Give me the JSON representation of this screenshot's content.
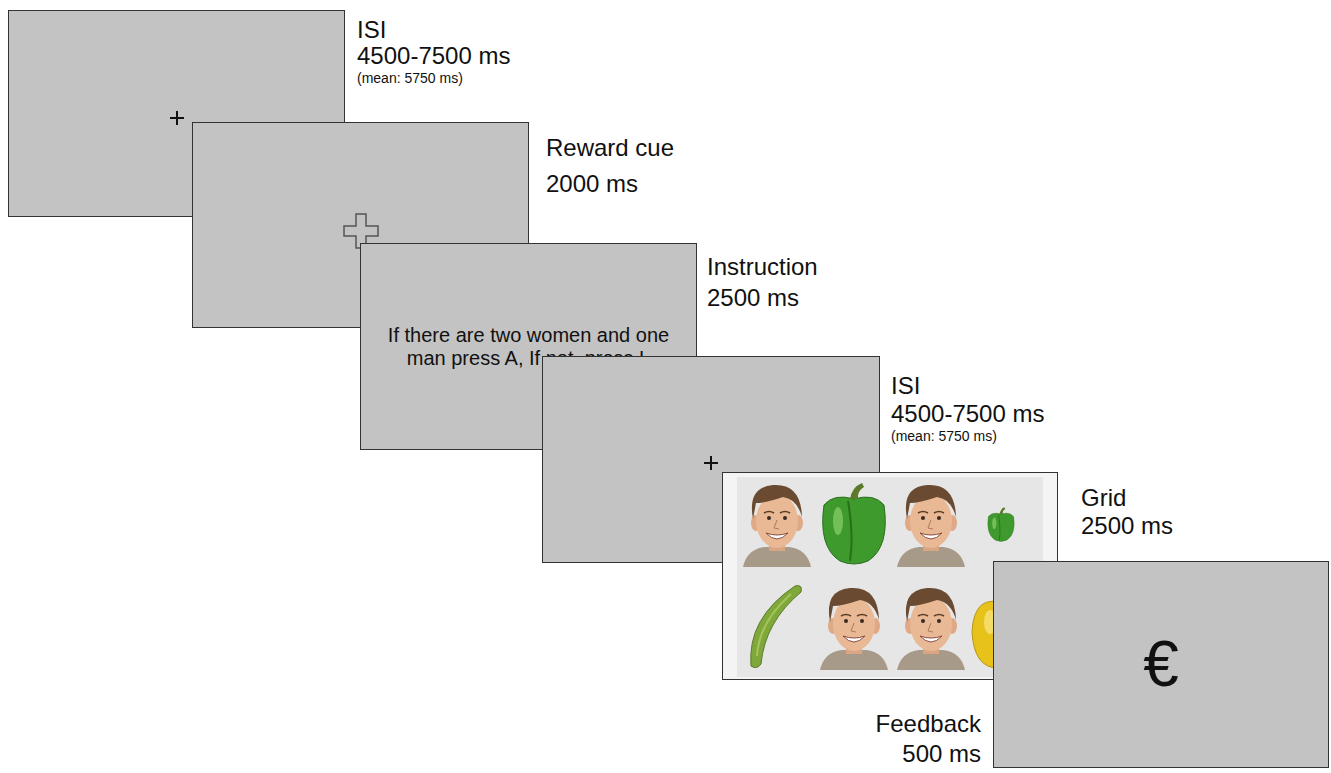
{
  "diagram": {
    "nodes": [
      {
        "text": [
          "ISI",
          "4500-7500 ms",
          "(mean: 5750 ms)"
        ]
      },
      {
        "text": [
          "Reward cue",
          "2000 ms"
        ]
      },
      {
        "text": [
          "Instruction",
          "2500 ms",
          "If there are two women and one man press A, If not, press L"
        ]
      },
      {
        "text": [
          "ISI",
          "4500-7500 ms",
          "(mean: 5750 ms)"
        ]
      },
      {
        "text": [
          "Grid",
          "2500 ms"
        ]
      },
      {
        "text": [
          "Feedback",
          "500 ms",
          "€"
        ]
      }
    ]
  }
}
